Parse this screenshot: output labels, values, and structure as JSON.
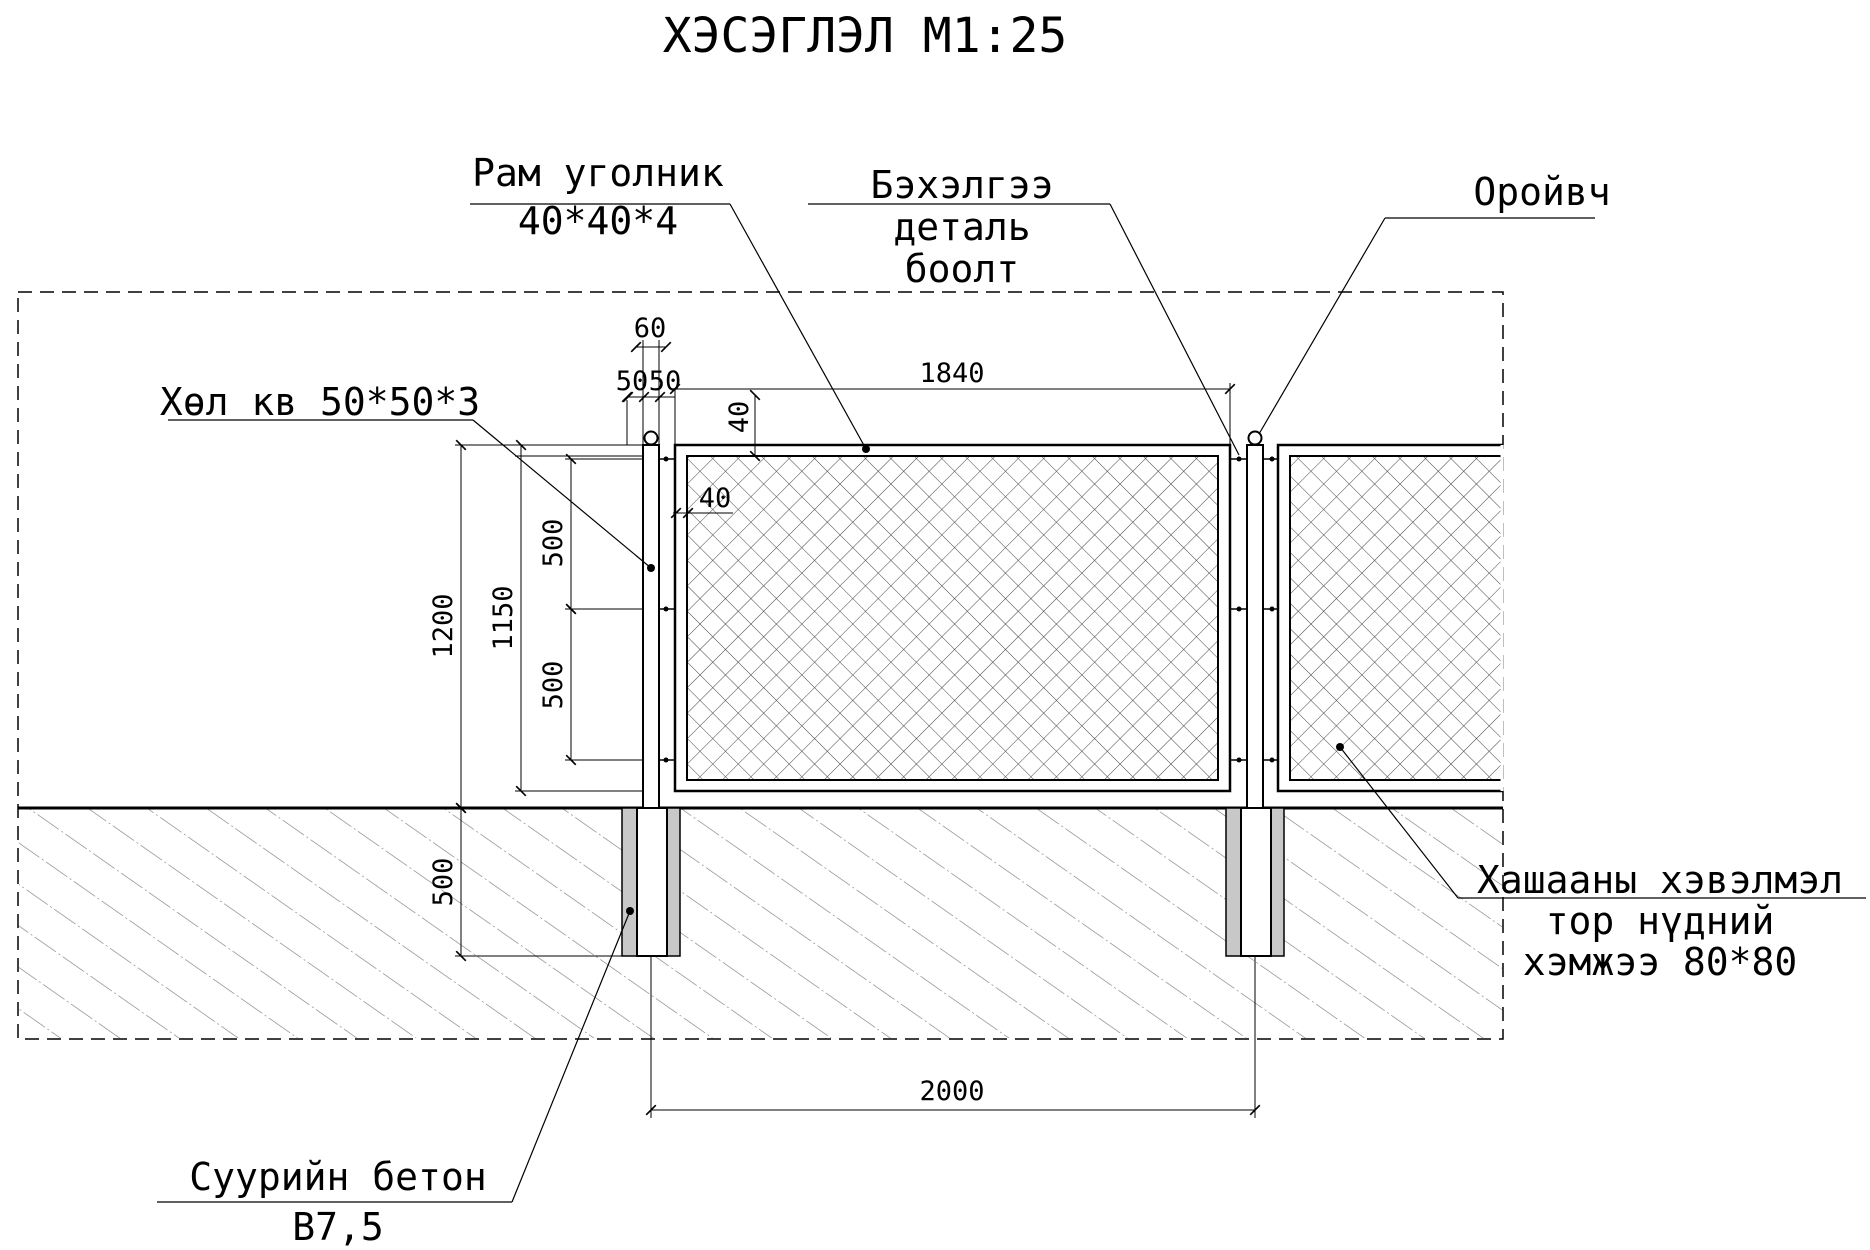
{
  "title": "ХЭСЭГЛЭЛ М1:25",
  "callouts": {
    "frame_angle": {
      "line1": "Рам уголник",
      "line2": "40*40*4"
    },
    "bolt": {
      "line1": "Бэхэлгээ",
      "line2": "деталь",
      "line3": "боолт"
    },
    "cap": {
      "line1": "Оройвч"
    },
    "post": {
      "line1": "Хөл кв 50*50*3"
    },
    "mesh": {
      "line1": "Хашааны хэвэлмэл",
      "line2": "тор нүдний",
      "line3": "хэмжээ 80*80"
    },
    "concrete": {
      "line1": "Суурийн бетон",
      "line2": "В7,5"
    }
  },
  "dimensions": {
    "d60": "60",
    "d50a": "50",
    "d50b": "50",
    "d1840": "1840",
    "d40_top": "40",
    "d40_side": "40",
    "d1200": "1200",
    "d1150": "1150",
    "d500_upper": "500",
    "d500_lower": "500",
    "d500_footing": "500",
    "d2000": "2000"
  }
}
